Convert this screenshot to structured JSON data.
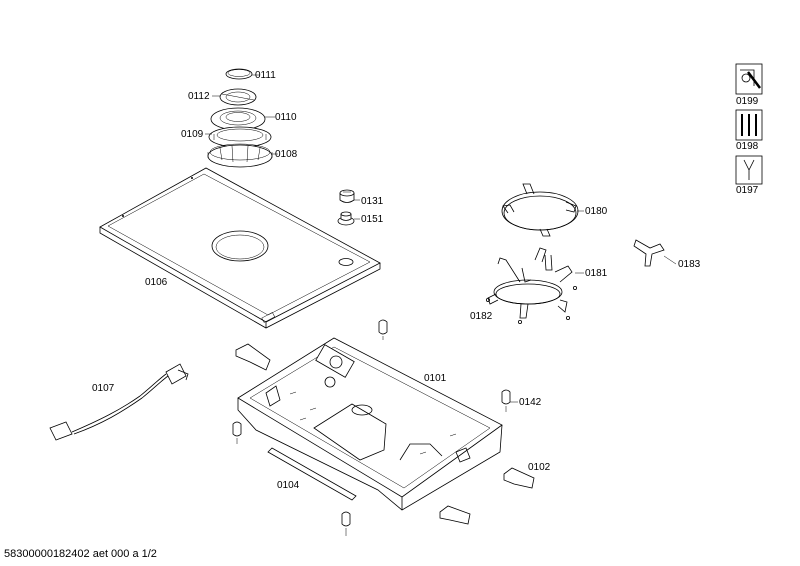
{
  "footer": "58300000182402 aet 000 a 1/2",
  "labels": {
    "p0111": "0111",
    "p0112": "0112",
    "p0110": "0110",
    "p0109": "0109",
    "p0108": "0108",
    "p0131": "0131",
    "p0151": "0151",
    "p0106": "0106",
    "p0180": "0180",
    "p0181": "0181",
    "p0182": "0182",
    "p0183": "0183",
    "p0101": "0101",
    "p0107": "0107",
    "p0142": "0142",
    "p0102": "0102",
    "p0104": "0104",
    "p0199": "0199",
    "p0198": "0198",
    "p0197": "0197"
  }
}
